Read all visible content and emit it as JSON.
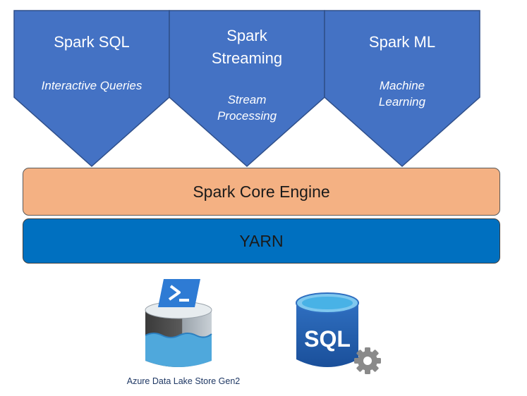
{
  "modules": [
    {
      "title": "Spark SQL",
      "subtitle": "Interactive Queries"
    },
    {
      "title": "Spark Streaming",
      "subtitle": "Stream Processing"
    },
    {
      "title": "Spark ML",
      "subtitle": "Machine Learning"
    }
  ],
  "layers": {
    "core": "Spark Core Engine",
    "yarn": "YARN"
  },
  "storage": {
    "datalake_caption": "Azure Data Lake Store Gen2",
    "sql_icon_text": "SQL"
  },
  "colors": {
    "module_fill": "#4472c4",
    "core_fill": "#f4b183",
    "yarn_fill": "#0070c0",
    "caption": "#1f3864"
  }
}
